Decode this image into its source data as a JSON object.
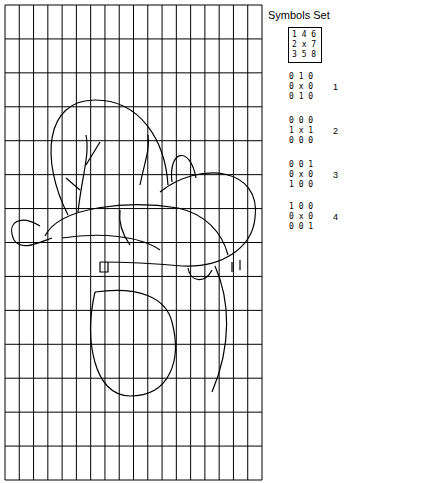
{
  "diagram": {
    "nodes": [
      {
        "text": [
          "1 4 6 2 x 7 3 5 8"
        ]
      }
    ],
    "labels": [
      "Symbols Set",
      "0 1 0 0 x 0 0 1 0",
      "1",
      "0 0 0 1 x 1 0 0 0",
      "2",
      "0 0 1 0 x 0 1 0 0",
      "3",
      "1 0 0 0 x 0 0 0 1",
      "4"
    ]
  }
}
